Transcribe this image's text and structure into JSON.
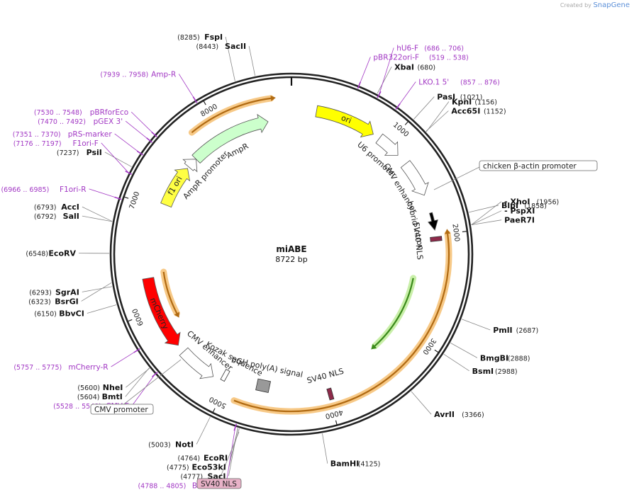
{
  "brand": {
    "prefix": "Created by",
    "name": "SnapGene"
  },
  "plasmid": {
    "name": "miABE",
    "size_label": "8722 bp",
    "length": 8722
  },
  "ticks": [
    {
      "bp": 1000,
      "label": "1000"
    },
    {
      "bp": 2000,
      "label": "2000"
    },
    {
      "bp": 3000,
      "label": "3000"
    },
    {
      "bp": 4000,
      "label": "4000"
    },
    {
      "bp": 5000,
      "label": "5000"
    },
    {
      "bp": 6000,
      "label": "6000"
    },
    {
      "bp": 7000,
      "label": "7000"
    },
    {
      "bp": 8000,
      "label": "8000"
    }
  ],
  "sites": [
    {
      "name": "SacII",
      "pos": "(8443)",
      "bp": 8443
    },
    {
      "name": "FspI",
      "pos": "(8285)",
      "bp": 8285
    },
    {
      "name": "XbaI",
      "pos": "(680)",
      "bp": 680
    },
    {
      "name": "PasI",
      "pos": "(1021)",
      "bp": 1021
    },
    {
      "name": "Acc65I",
      "pos": "(1152)",
      "bp": 1152
    },
    {
      "name": "KpnI",
      "pos": "(1156)",
      "bp": 1156
    },
    {
      "name": "BlpI",
      "pos": "(1858)",
      "bp": 1858
    },
    {
      "name": "PaeR7I",
      "pos": "",
      "bp": 1956
    },
    {
      "name": "- PspXI",
      "pos": "",
      "bp": 1956
    },
    {
      "name": "- XhoI",
      "pos": "(1956)",
      "bp": 1956
    },
    {
      "name": "PmlI",
      "pos": "(2687)",
      "bp": 2687
    },
    {
      "name": "BmgBI",
      "pos": "(2888)",
      "bp": 2888
    },
    {
      "name": "BsmI",
      "pos": "(2988)",
      "bp": 2988
    },
    {
      "name": "AvrII",
      "pos": "(3366)",
      "bp": 3366
    },
    {
      "name": "BamHI",
      "pos": "(4125)",
      "bp": 4125
    },
    {
      "name": "EcoRI",
      "pos": "(4764)",
      "bp": 4764
    },
    {
      "name": "Eco53kI",
      "pos": "(4775)",
      "bp": 4775
    },
    {
      "name": "SacI",
      "pos": "(4777)",
      "bp": 4777
    },
    {
      "name": "NotI",
      "pos": "(5003)",
      "bp": 5003
    },
    {
      "name": "NheI",
      "pos": "(5600)",
      "bp": 5600
    },
    {
      "name": "BmtI",
      "pos": "(5604)",
      "bp": 5604
    },
    {
      "name": "BbvCI",
      "pos": "(6150)",
      "bp": 6150
    },
    {
      "name": "SgrAI",
      "pos": "(6293)",
      "bp": 6293
    },
    {
      "name": "BsrGI",
      "pos": "(6323)",
      "bp": 6323
    },
    {
      "name": "EcoRV",
      "pos": "(6548)",
      "bp": 6548
    },
    {
      "name": "SalI",
      "pos": "(6792)",
      "bp": 6792
    },
    {
      "name": "AccI",
      "pos": "(6793)",
      "bp": 6793
    },
    {
      "name": "PsiI",
      "pos": "(7237)",
      "bp": 7237
    }
  ],
  "primers": [
    {
      "name": "pBR322ori-F",
      "range": "(519 .. 538)",
      "bp": 528
    },
    {
      "name": "hU6-F",
      "range": "(686 .. 706)",
      "bp": 696
    },
    {
      "name": "LKO.1 5'",
      "range": "(857 .. 876)",
      "bp": 866
    },
    {
      "name": "CMV-F",
      "range": "(5528 .. 5548)",
      "bp": 5538
    },
    {
      "name": "mCherry-R",
      "range": "(5757 .. 5775)",
      "bp": 5766
    },
    {
      "name": "BGH-rev",
      "range": "(4788 .. 4805)",
      "bp": 4796
    },
    {
      "name": "F1ori-R",
      "range": "(6966 .. 6985)",
      "bp": 6975
    },
    {
      "name": "F1ori-F",
      "range": "(7176 .. 7197)",
      "bp": 7186
    },
    {
      "name": "pRS-marker",
      "range": "(7351 .. 7370)",
      "bp": 7360
    },
    {
      "name": "pGEX 3'",
      "range": "(7470 .. 7492)",
      "bp": 7481
    },
    {
      "name": "pBRforEco",
      "range": "(7530 .. 7548)",
      "bp": 7539
    },
    {
      "name": "Amp-R",
      "range": "(7939 .. 7958)",
      "bp": 7948
    }
  ],
  "features": [
    {
      "label": "ori",
      "start": 240,
      "end": 830,
      "dir": "cw",
      "color": "#ffff00",
      "label_inside": true
    },
    {
      "label": "U6 promoter",
      "start": 900,
      "end": 1140,
      "dir": "cw",
      "color": "#ffffff"
    },
    {
      "label": "CMV enhancer",
      "start": 1250,
      "end": 1600,
      "dir": "cw",
      "color": "#ffffff"
    },
    {
      "label": "hybrid intron",
      "start": 1780,
      "end": 1950,
      "dir": "cw",
      "color": "#000000"
    },
    {
      "label": "SV40 NLS",
      "start": 2010,
      "end": 2060,
      "dir": "cw",
      "color": "#8e2a4a"
    },
    {
      "label": "SV40 NLS",
      "start": 3960,
      "end": 4010,
      "dir": "cw",
      "color": "#8e2a4a"
    },
    {
      "label": "bGH poly(A) signal",
      "start": 4550,
      "end": 4760,
      "dir": "none",
      "color": "#999999"
    },
    {
      "label": "CMV enhancer",
      "start": 5150,
      "end": 5520,
      "dir": "ccw",
      "color": "#ffffff"
    },
    {
      "label": "Kozak sequence",
      "start": 5050,
      "end": 5060,
      "dir": "none",
      "color": "#ffffff"
    },
    {
      "label": "mCherry",
      "start": 5600,
      "end": 6310,
      "dir": "ccw",
      "color": "#ff0000",
      "label_inside": true
    },
    {
      "label": "f1 ori",
      "start": 7060,
      "end": 7500,
      "dir": "cw",
      "color": "#ffff44",
      "label_inside": true
    },
    {
      "label": "AmpR promoter",
      "start": 7520,
      "end": 7630,
      "dir": "cw",
      "color": "#ffffff"
    },
    {
      "label": "AmpR",
      "start": 7630,
      "end": 8480,
      "dir": "cw",
      "color": "#ccffcc"
    }
  ],
  "orfs": [
    {
      "start": 7770,
      "end": 8540,
      "dir": "cw",
      "color": "#b06a12",
      "glow": "#f7c987"
    },
    {
      "start": 2000,
      "end": 4880,
      "dir": "ccw",
      "color": "#b06a12",
      "glow": "#f7c987"
    },
    {
      "start": 2450,
      "end": 3340,
      "dir": "cw",
      "color": "#3a8a1a",
      "glow": "#c9efa9"
    },
    {
      "start": 6350,
      "end": 5880,
      "dir": "ccw",
      "color": "#b06a12",
      "glow": "#f7c987"
    }
  ],
  "boxed_labels": [
    {
      "text": "chicken β-actin promoter",
      "style": "white"
    },
    {
      "text": "CMV promoter",
      "style": "white"
    },
    {
      "text": "SV40 NLS",
      "style": "pink"
    }
  ]
}
